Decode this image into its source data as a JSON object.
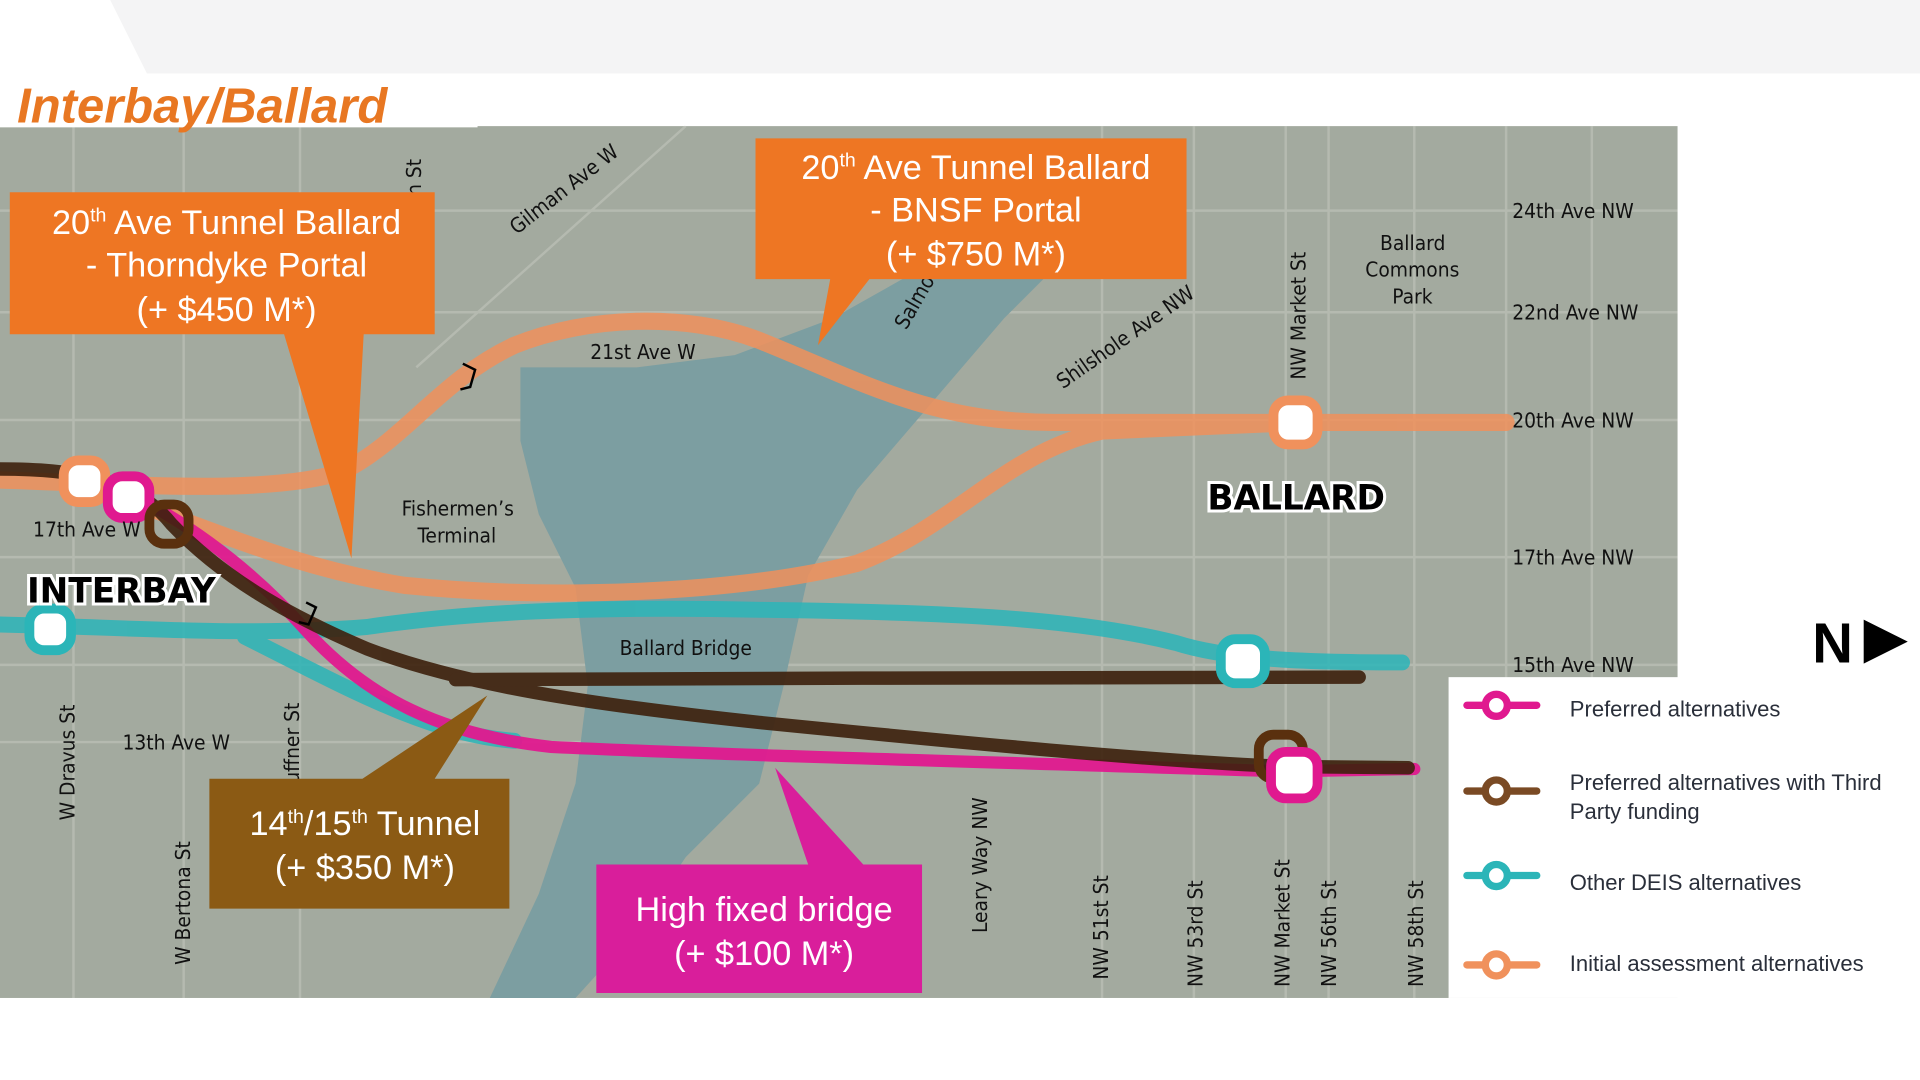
{
  "title": "Interbay/Ballard",
  "colors": {
    "title": "#E87722",
    "preferred": "#E0198F",
    "third_party": "#6B3A14",
    "deis": "#2BB5B8",
    "initial": "#F0915C",
    "callout_orange": "#EE7623",
    "callout_brown": "#8B5A14",
    "callout_magenta": "#D91E9B"
  },
  "callouts": {
    "thorndyke": {
      "num": "20",
      "sup": "th",
      "rest": " Ave Tunnel Ballard",
      "line2": "- Thorndyke Portal",
      "line3": "(+ $450 M*)"
    },
    "bnsf": {
      "num": "20",
      "sup": "th",
      "rest": " Ave Tunnel Ballard",
      "line2": "- BNSF Portal",
      "line3": "(+ $750 M*)"
    },
    "tunnel_1415": {
      "num1": "14",
      "sup1": "th",
      "mid": "/15",
      "sup2": "th",
      "rest": " Tunnel",
      "line2": "(+ $350 M*)"
    },
    "high_bridge": {
      "line1": "High fixed bridge",
      "line2": "(+ $100 M*)"
    }
  },
  "places": {
    "interbay": "INTERBAY",
    "ballard": "BALLARD"
  },
  "streets": {
    "gilman": "Gilman Ave W",
    "twentyfirst_w": "21st Ave W",
    "salmon": "Salmo",
    "shilshole": "Shilshole Ave NW",
    "nw_market_top": "NW Market St",
    "park1": "Ballard",
    "park2": "Commons",
    "park3": "Park",
    "ave24": "24th Ave NW",
    "ave22": "22nd Ave NW",
    "ave20": "20th Ave NW",
    "ave17": "17th Ave NW",
    "ave15": "15th Ave NW",
    "ave17w": "17th Ave W",
    "fish1": "Fishermen’s",
    "fish2": "Terminal",
    "ballard_bridge": "Ballard Bridge",
    "ave13w": "13th Ave W",
    "dravus": "W Dravus St",
    "bertona": "W Bertona St",
    "nickerson_frag": "n St",
    "ruffner_frag": "uffner St",
    "leary": "Leary Way NW",
    "nw51": "NW 51st St",
    "nw53": "NW 53rd St",
    "nw_market": "NW Market St",
    "nw56": "NW 56th St",
    "nw58": "NW 58th St"
  },
  "north_label": "N",
  "legend": [
    {
      "label": "Preferred alternatives",
      "color": "#E0198F"
    },
    {
      "label": "Preferred alternatives with Third",
      "label2": "Party funding",
      "color": "#6B3A14"
    },
    {
      "label": "Other DEIS alternatives",
      "color": "#2BB5B8"
    },
    {
      "label": "Initial assessment alternatives",
      "color": "#F0915C"
    }
  ]
}
